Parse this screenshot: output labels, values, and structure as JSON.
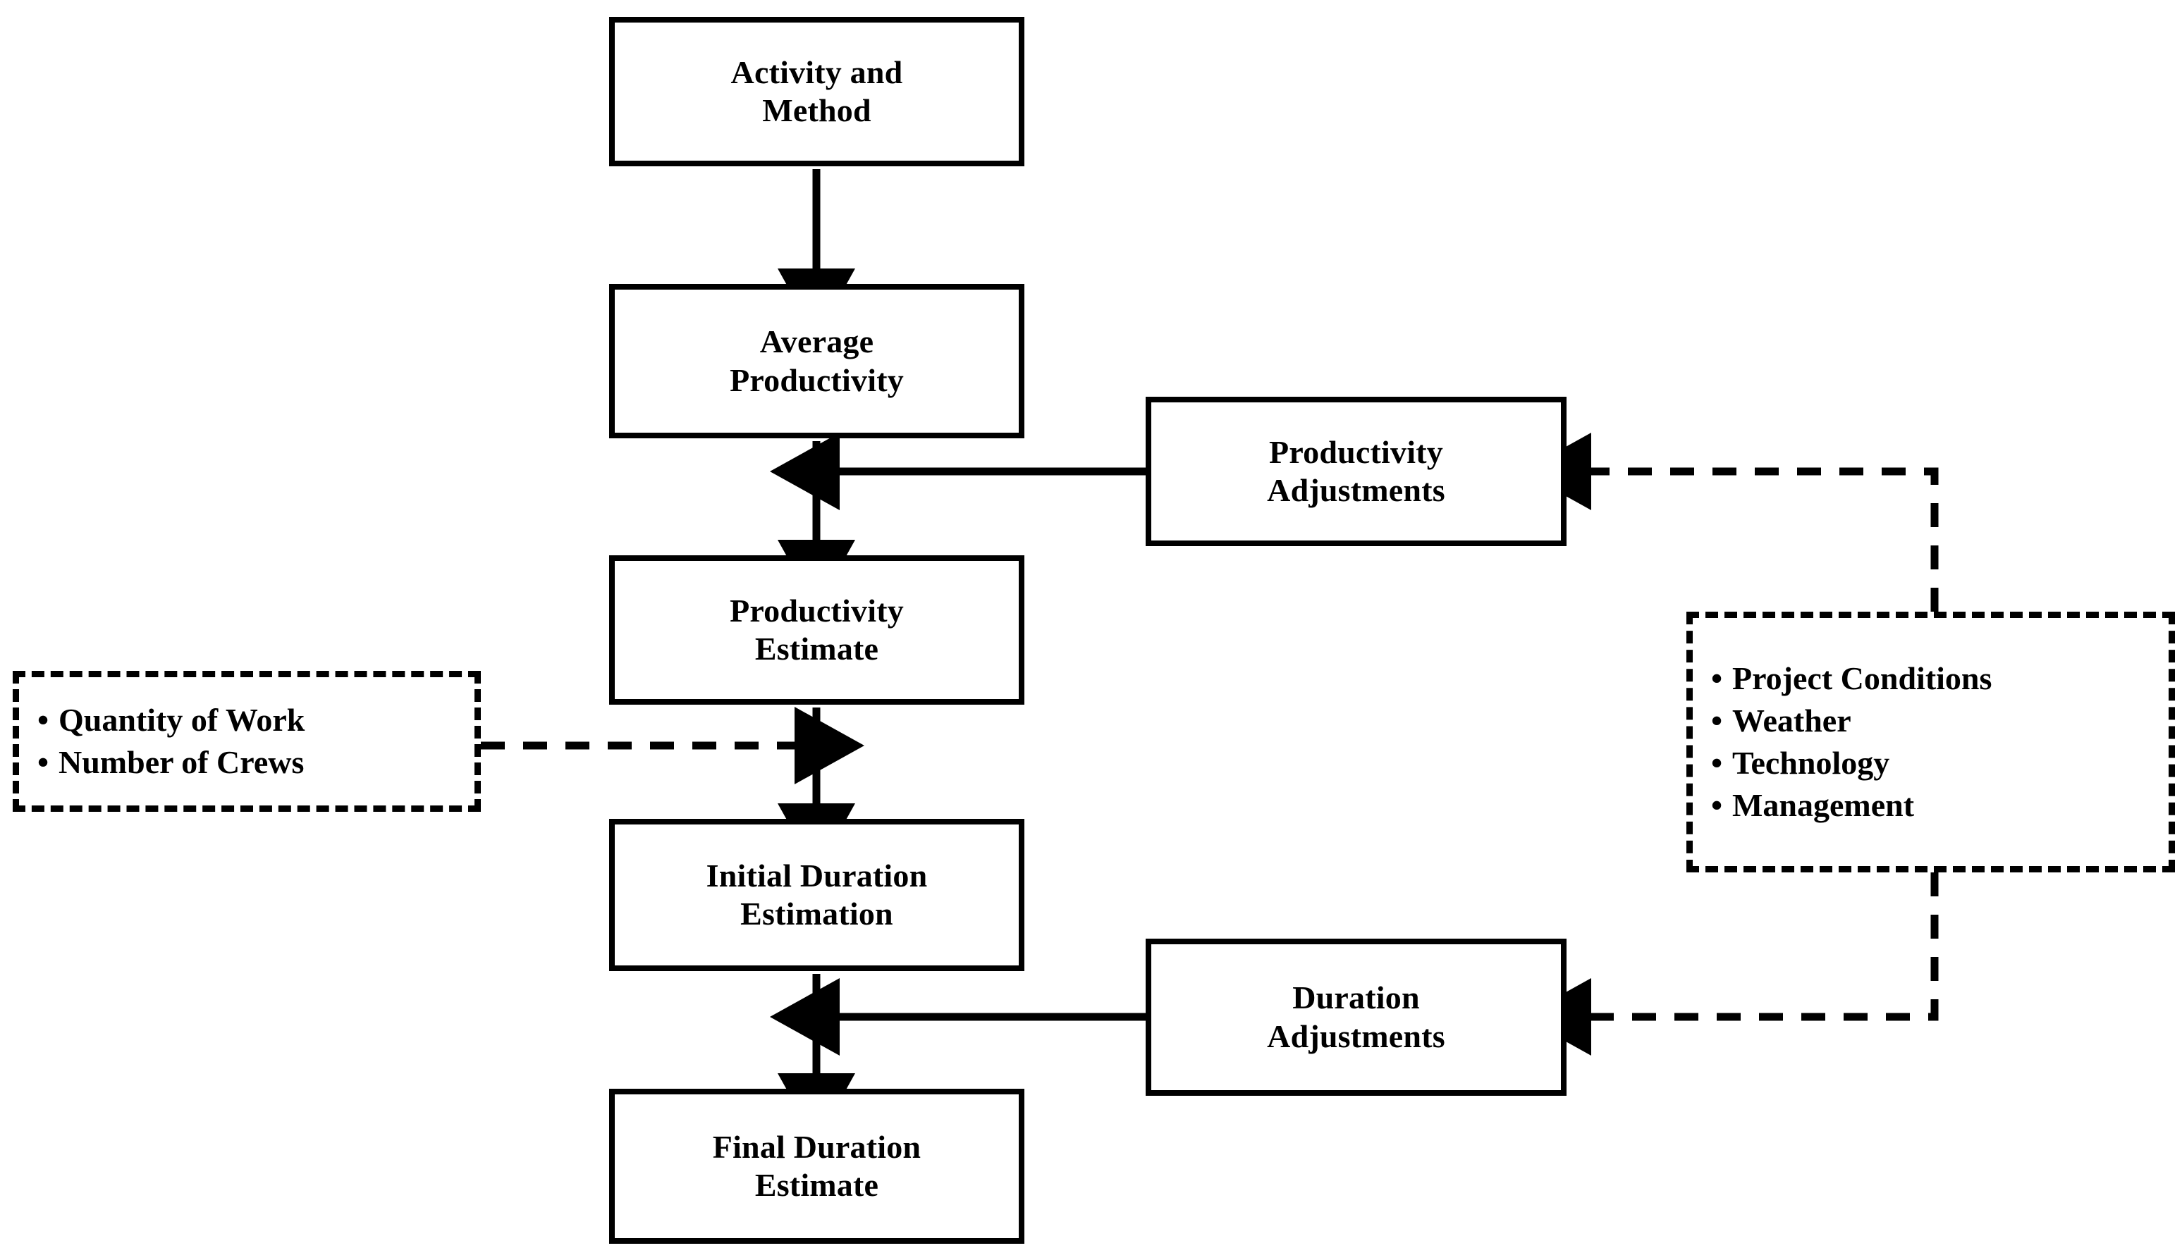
{
  "diagram": {
    "title": "Activity duration estimation flowchart",
    "colors": {
      "stroke": "#000000",
      "fill": "#ffffff",
      "background": "#ffffff"
    },
    "nodes": {
      "activity_method": {
        "label": "Activity and\nMethod",
        "style": "solid"
      },
      "average_productivity": {
        "label": "Average\nProductivity",
        "style": "solid"
      },
      "productivity_estimate": {
        "label": "Productivity\nEstimate",
        "style": "solid"
      },
      "initial_duration": {
        "label": "Initial Duration\nEstimation",
        "style": "solid"
      },
      "final_duration": {
        "label": "Final Duration\nEstimate",
        "style": "solid"
      },
      "productivity_adjustments": {
        "label": "Productivity\nAdjustments",
        "style": "solid"
      },
      "duration_adjustments": {
        "label": "Duration\nAdjustments",
        "style": "solid"
      }
    },
    "inputs_left": {
      "style": "dashed",
      "bullet": "•",
      "items": [
        "Quantity of Work",
        "Number of Crews"
      ]
    },
    "factors_right": {
      "style": "dashed",
      "bullet": "•",
      "items": [
        "Project Conditions",
        "Weather",
        "Technology",
        "Management"
      ]
    },
    "edges": [
      {
        "from": "activity_method",
        "to": "average_productivity",
        "style": "solid",
        "direction": "down"
      },
      {
        "from": "average_productivity",
        "to": "productivity_estimate",
        "style": "solid",
        "direction": "down"
      },
      {
        "from": "productivity_estimate",
        "to": "initial_duration",
        "style": "solid",
        "direction": "down"
      },
      {
        "from": "initial_duration",
        "to": "final_duration",
        "style": "solid",
        "direction": "down"
      },
      {
        "from": "productivity_adjustments",
        "to": "average_productivity",
        "style": "solid",
        "direction": "left"
      },
      {
        "from": "duration_adjustments",
        "to": "initial_duration",
        "style": "solid",
        "direction": "left"
      },
      {
        "from": "inputs_left",
        "to": "initial_duration",
        "style": "dashed",
        "direction": "right"
      },
      {
        "from": "factors_right",
        "to": "productivity_adjustments",
        "style": "dashed",
        "direction": "left"
      },
      {
        "from": "factors_right",
        "to": "duration_adjustments",
        "style": "dashed",
        "direction": "left"
      }
    ]
  }
}
